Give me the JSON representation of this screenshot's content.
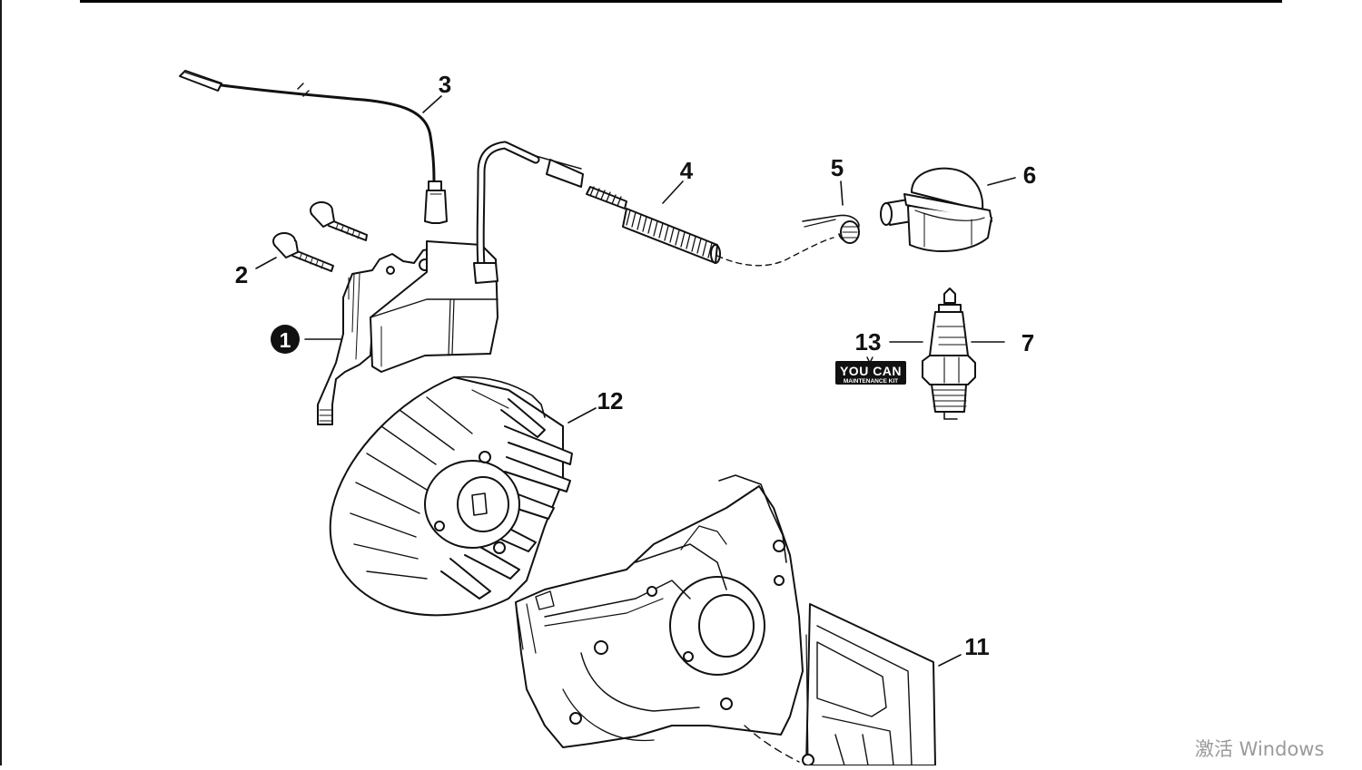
{
  "callouts": {
    "c1": "1",
    "c2": "2",
    "c3": "3",
    "c4": "4",
    "c5": "5",
    "c6": "6",
    "c7": "7",
    "c11": "11",
    "c12": "12",
    "c13": "13"
  },
  "logo": {
    "brand": "YOU CAN",
    "subtitle": "MAINTENANCE KIT"
  },
  "watermark": "激活 Windows"
}
